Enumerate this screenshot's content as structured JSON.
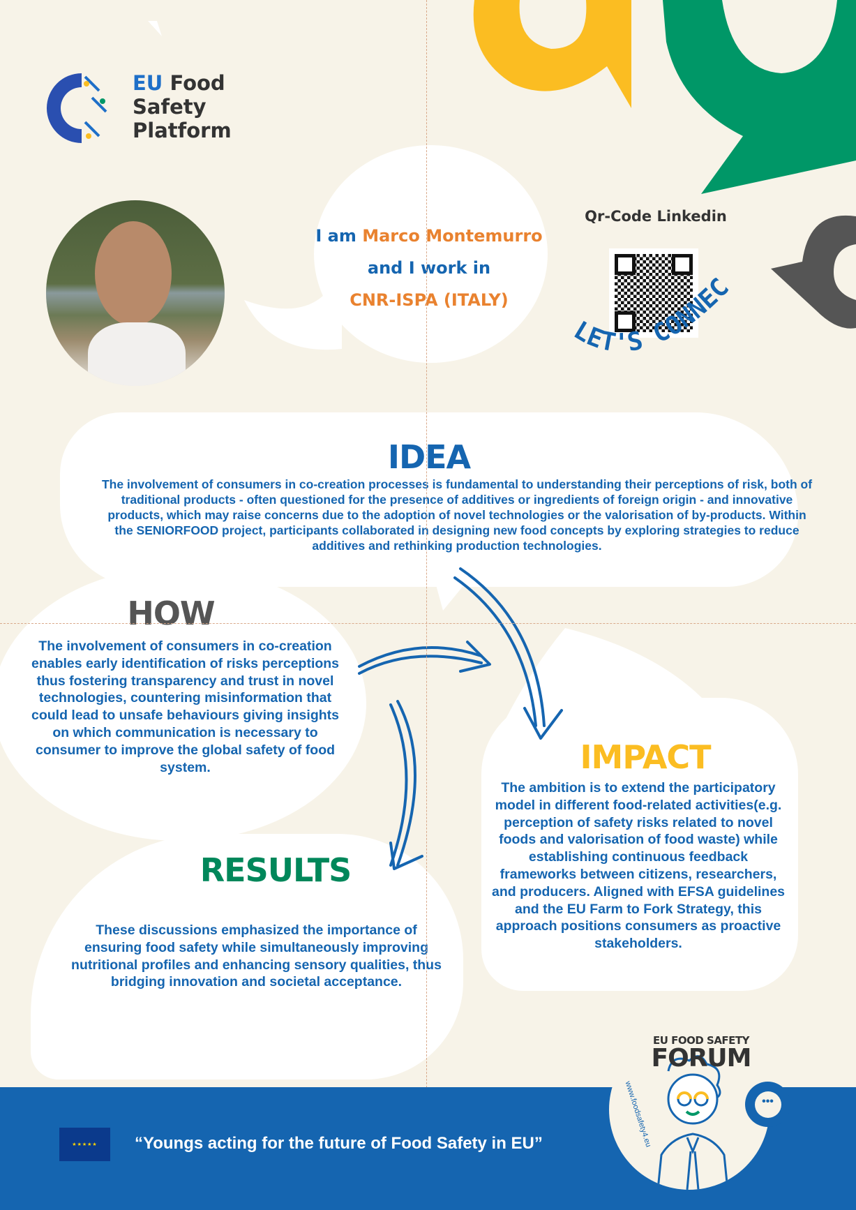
{
  "header": {
    "logo_text": [
      "EU Food",
      "Safety",
      "Platform"
    ]
  },
  "intro": {
    "line1_prefix": "I am",
    "name": "Marco Montemurro",
    "line2": "and I work in",
    "line3": "CNR-ISPA  (ITALY)"
  },
  "qr": {
    "title": "Qr-Code Linkedin",
    "cta": "LET'S CONNECT!"
  },
  "idea": {
    "title": "IDEA",
    "body": "The involvement of consumers in co-creation processes is fundamental to understanding their perceptions of risk, both of traditional products - often questioned for the presence of additives or ingredients of foreign origin - and innovative products, which may raise concerns due to the adoption of novel technologies or the valorisation of by-products. Within the SENIORFOOD project, participants collaborated in designing new food concepts by exploring strategies to reduce additives and rethinking production technologies."
  },
  "how": {
    "title": "HOW",
    "body": "The involvement of consumers in co-creation enables early identification of risks perceptions thus fostering transparency and trust in novel  technologies, countering misinformation that could lead to unsafe behaviours giving insights on which communication is necessary to consumer to improve the global safety of food system."
  },
  "results": {
    "title": "RESULTS",
    "body": "These discussions emphasized the importance of ensuring food safety while simultaneously improving nutritional profiles and enhancing sensory qualities, thus bridging innovation and societal acceptance."
  },
  "impact": {
    "title": "IMPACT",
    "body": "The ambition is to extend the participatory model in different food-related activities(e.g. perception of safety  risks related to novel foods and valorisation of food waste) while establishing continuous feedback frameworks between citizens, researchers, and producers. Aligned with EFSA guidelines and the EU Farm to Fork Strategy, this approach positions consumers as proactive stakeholders."
  },
  "footer": {
    "quote": "“Youngs acting for the future of Food Safety in EU”",
    "forum_top": "EU FOOD SAFETY",
    "forum_main": "FORUM",
    "url": "www.foodsafety4.eu"
  },
  "colors": {
    "blue": "#1565b0",
    "orange": "#e9822f",
    "yellow": "#fbbd22",
    "green": "#009767",
    "grey": "#555555",
    "bg": "#f7f3e8"
  }
}
